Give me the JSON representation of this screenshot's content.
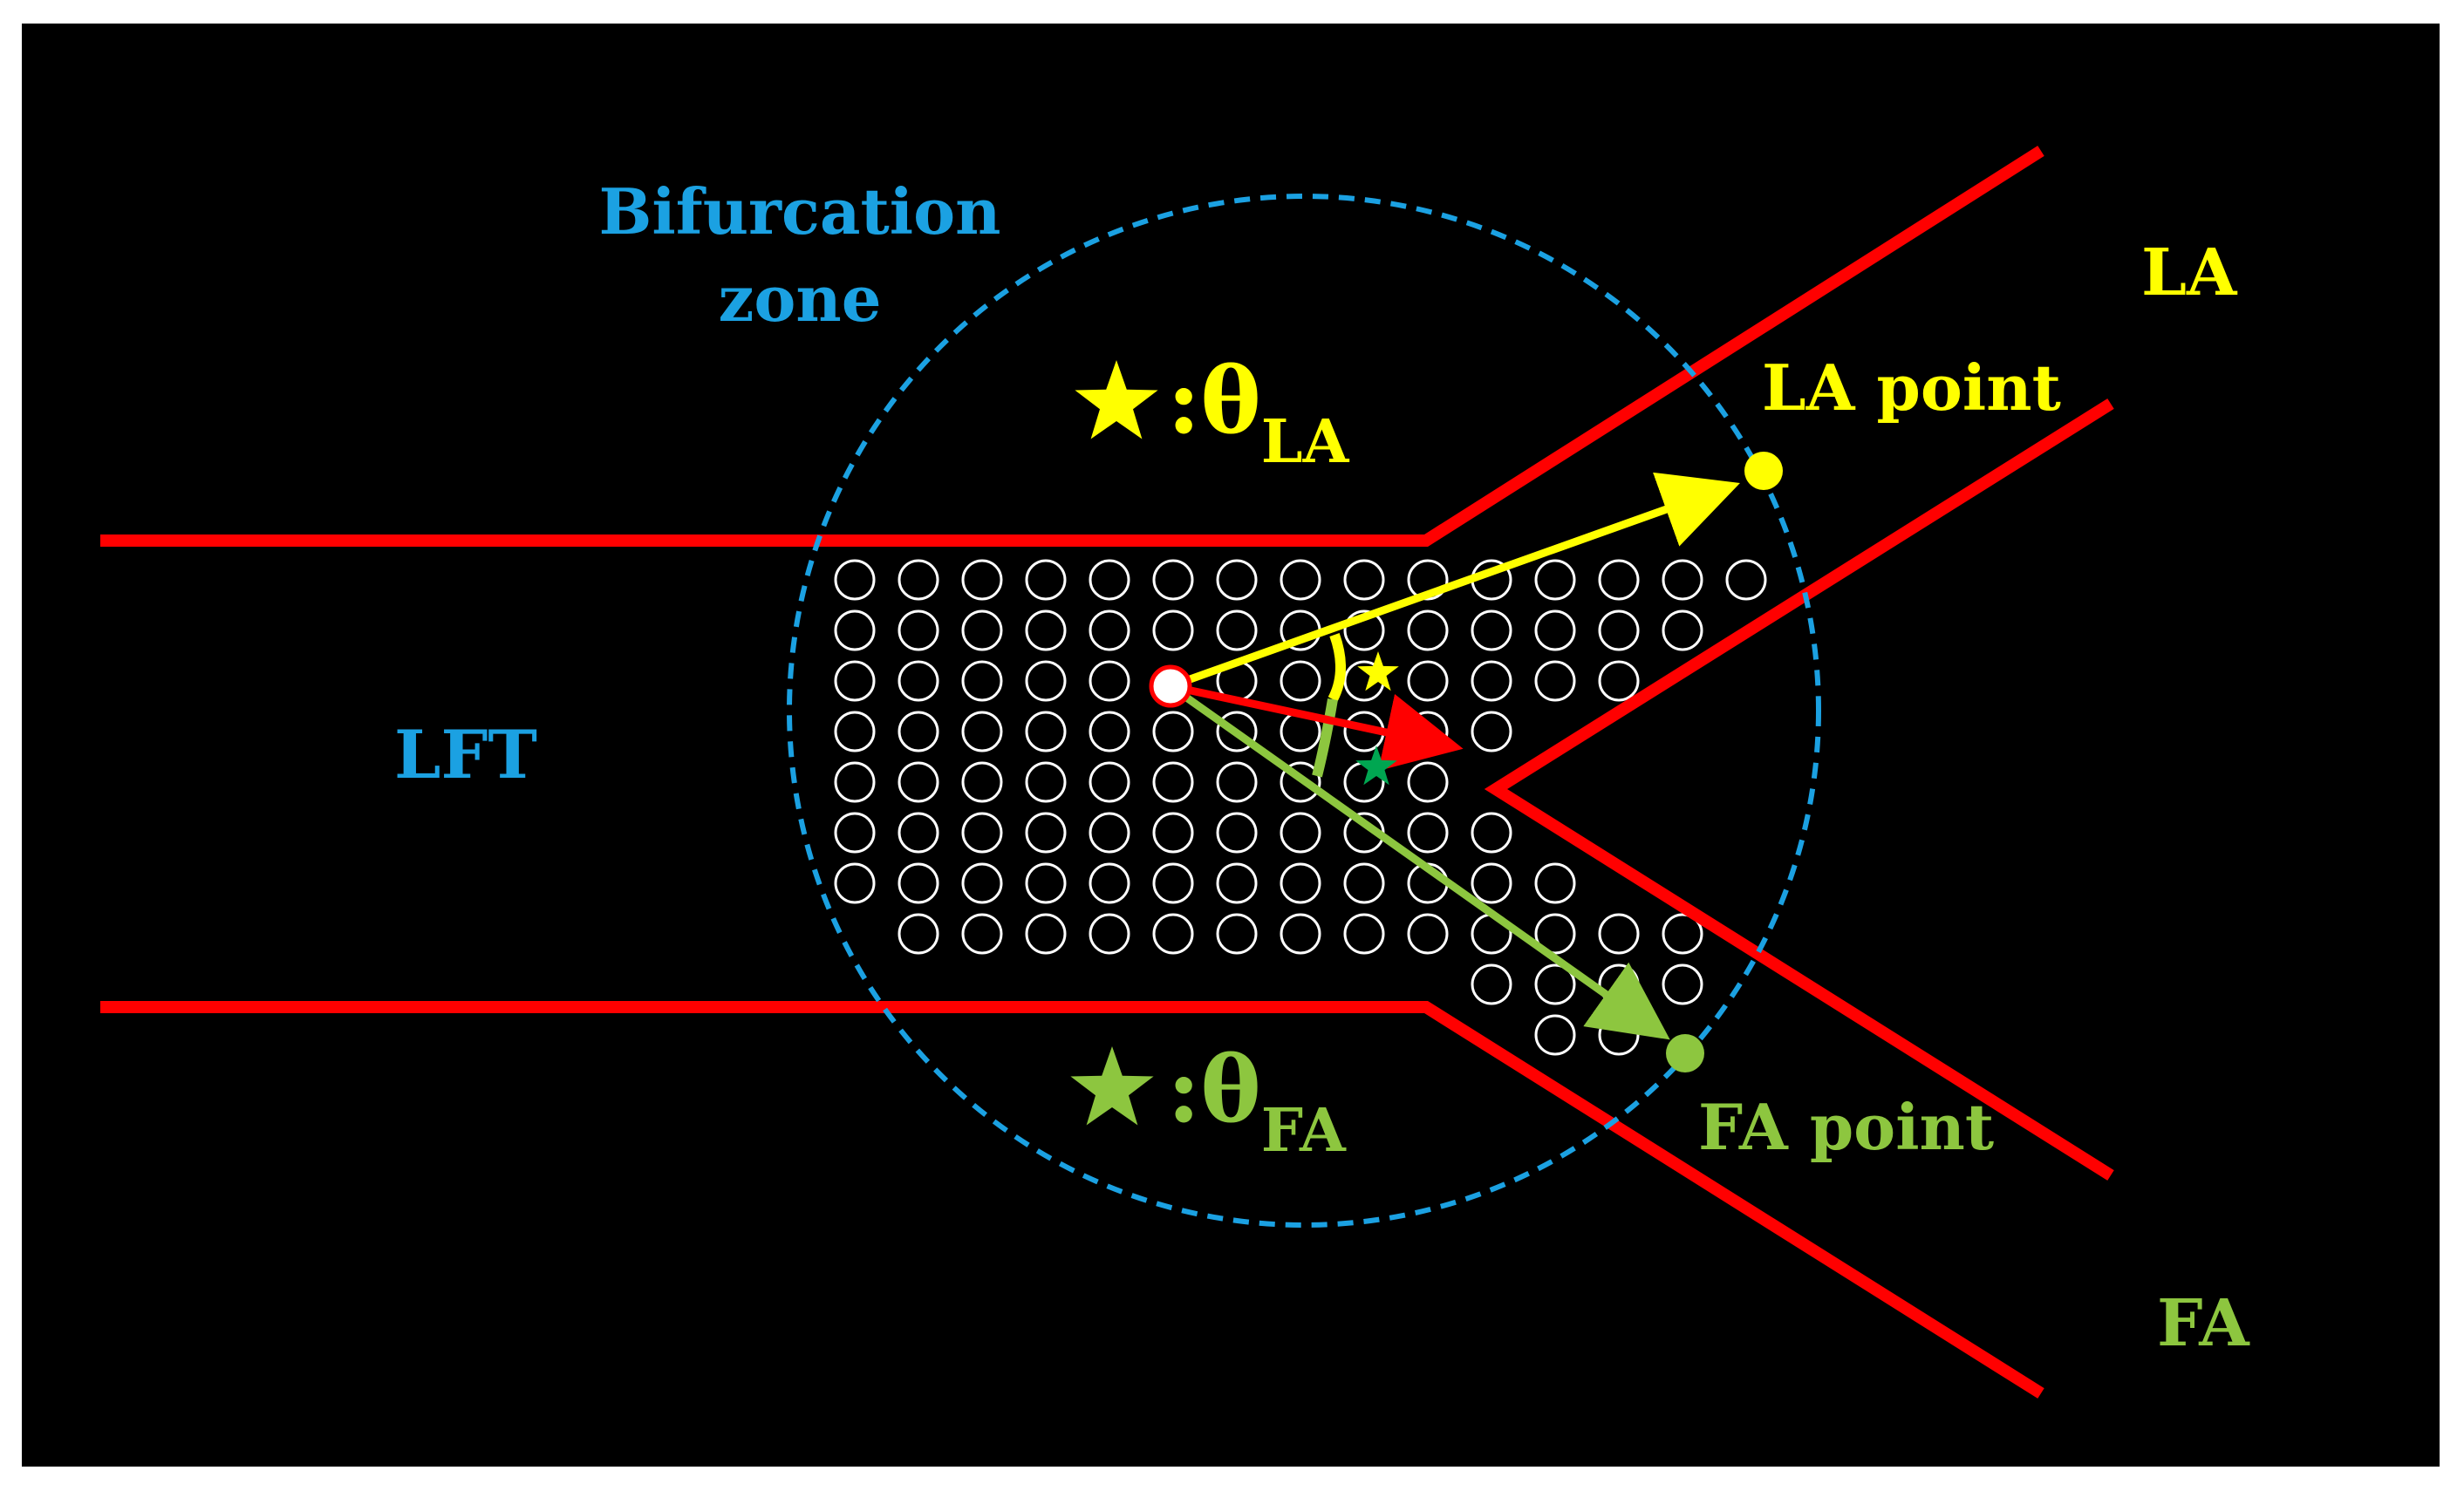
{
  "labels": {
    "bifurcation_line1": "Bifurcation",
    "bifurcation_line2": "zone",
    "lft": "LFT",
    "la": "LA",
    "fa": "FA",
    "la_point": "LA point",
    "fa_point": "FA point",
    "theta_la_symbol": ":θ",
    "theta_la_sub": "LA",
    "theta_fa_symbol": ":θ",
    "theta_fa_sub": "FA"
  },
  "icons": {
    "la_angle_marker": "star-icon",
    "fa_angle_marker": "star-icon"
  },
  "colors": {
    "background": "#000000",
    "vessel_wall": "#ff0000",
    "zone_boundary": "#1ba1e2",
    "la": "#ffff00",
    "fa": "#8dc63f",
    "fa_star_small": "#00a651",
    "mean_direction": "#ff0000",
    "particles": "#ffffff"
  }
}
